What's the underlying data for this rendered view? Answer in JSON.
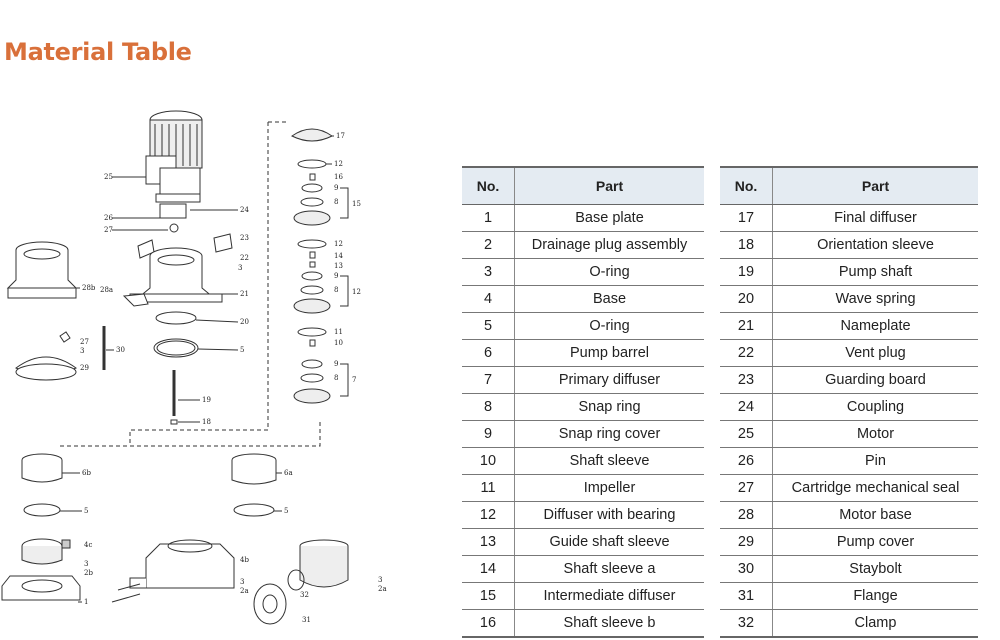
{
  "title": "Material Table",
  "headers": {
    "no": "No.",
    "part": "Part"
  },
  "parts_left": [
    {
      "no": "1",
      "part": "Base plate"
    },
    {
      "no": "2",
      "part": "Drainage plug assembly"
    },
    {
      "no": "3",
      "part": "O-ring"
    },
    {
      "no": "4",
      "part": "Base"
    },
    {
      "no": "5",
      "part": "O-ring"
    },
    {
      "no": "6",
      "part": "Pump barrel"
    },
    {
      "no": "7",
      "part": "Primary diffuser"
    },
    {
      "no": "8",
      "part": "Snap ring"
    },
    {
      "no": "9",
      "part": "Snap ring cover"
    },
    {
      "no": "10",
      "part": "Shaft sleeve"
    },
    {
      "no": "11",
      "part": "Impeller"
    },
    {
      "no": "12",
      "part": "Diffuser with bearing"
    },
    {
      "no": "13",
      "part": "Guide shaft sleeve"
    },
    {
      "no": "14",
      "part": "Shaft sleeve a"
    },
    {
      "no": "15",
      "part": "Intermediate diffuser"
    },
    {
      "no": "16",
      "part": "Shaft sleeve b"
    }
  ],
  "parts_right": [
    {
      "no": "17",
      "part": "Final diffuser"
    },
    {
      "no": "18",
      "part": "Orientation sleeve"
    },
    {
      "no": "19",
      "part": "Pump shaft"
    },
    {
      "no": "20",
      "part": "Wave spring"
    },
    {
      "no": "21",
      "part": "Nameplate"
    },
    {
      "no": "22",
      "part": "Vent plug"
    },
    {
      "no": "23",
      "part": "Guarding board"
    },
    {
      "no": "24",
      "part": "Coupling"
    },
    {
      "no": "25",
      "part": "Motor"
    },
    {
      "no": "26",
      "part": "Pin"
    },
    {
      "no": "27",
      "part": "Cartridge mechanical seal"
    },
    {
      "no": "28",
      "part": "Motor base"
    },
    {
      "no": "29",
      "part": "Pump cover"
    },
    {
      "no": "30",
      "part": "Staybolt"
    },
    {
      "no": "31",
      "part": "Flange"
    },
    {
      "no": "32",
      "part": "Clamp"
    }
  ],
  "diagram_labels": {
    "l25": "25",
    "l24": "24",
    "l26": "26",
    "l27": "27",
    "l23": "23",
    "l22": "22",
    "l3": "3",
    "l21": "21",
    "l28b": "28b",
    "l28a": "28a",
    "l20": "20",
    "l5": "5",
    "l27b": "27",
    "l3b": "3",
    "l30": "30",
    "l29": "29",
    "l19": "19",
    "l18": "18",
    "l17": "17",
    "l12a": "12",
    "l16": "16",
    "l9a": "9",
    "l8a": "8",
    "l15": "15",
    "l12b": "12",
    "l14": "14",
    "l13": "13",
    "l9b": "9",
    "l8b": "8",
    "l12c": "12",
    "l11": "11",
    "l10": "10",
    "l9c": "9",
    "l8c": "8",
    "l7": "7",
    "l6b": "6b",
    "l5b": "5",
    "l4c": "4c",
    "l3c": "3",
    "l2b": "2b",
    "l1": "1",
    "l6a": "6a",
    "l5c": "5",
    "l4b": "4b",
    "l3d": "3",
    "l2a": "2a",
    "l32": "32",
    "l31": "31",
    "l3e": "3",
    "l2c": "2a"
  }
}
